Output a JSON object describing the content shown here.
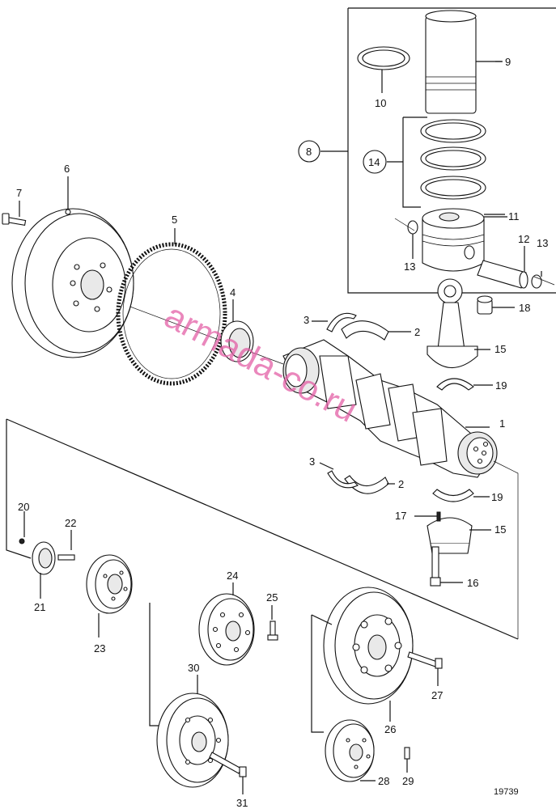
{
  "labels": {
    "p1": "1",
    "p2a": "2",
    "p2b": "2",
    "p3a": "3",
    "p3b": "3",
    "p4": "4",
    "p5": "5",
    "p6": "6",
    "p7": "7",
    "p8": "8",
    "p9": "9",
    "p10": "10",
    "p11": "11",
    "p12": "12",
    "p13a": "13",
    "p13b": "13",
    "p14": "14",
    "p15a": "15",
    "p15b": "15",
    "p16": "16",
    "p17": "17",
    "p18": "18",
    "p19a": "19",
    "p19b": "19",
    "p20": "20",
    "p21": "21",
    "p22": "22",
    "p23": "23",
    "p24": "24",
    "p25": "25",
    "p26": "26",
    "p27": "27",
    "p28": "28",
    "p29": "29",
    "p30": "30",
    "p31": "31"
  },
  "figure_number": "19739",
  "watermark": "armada-co.ru",
  "colors": {
    "line": "#111111",
    "watermark": "#e35fa6"
  }
}
